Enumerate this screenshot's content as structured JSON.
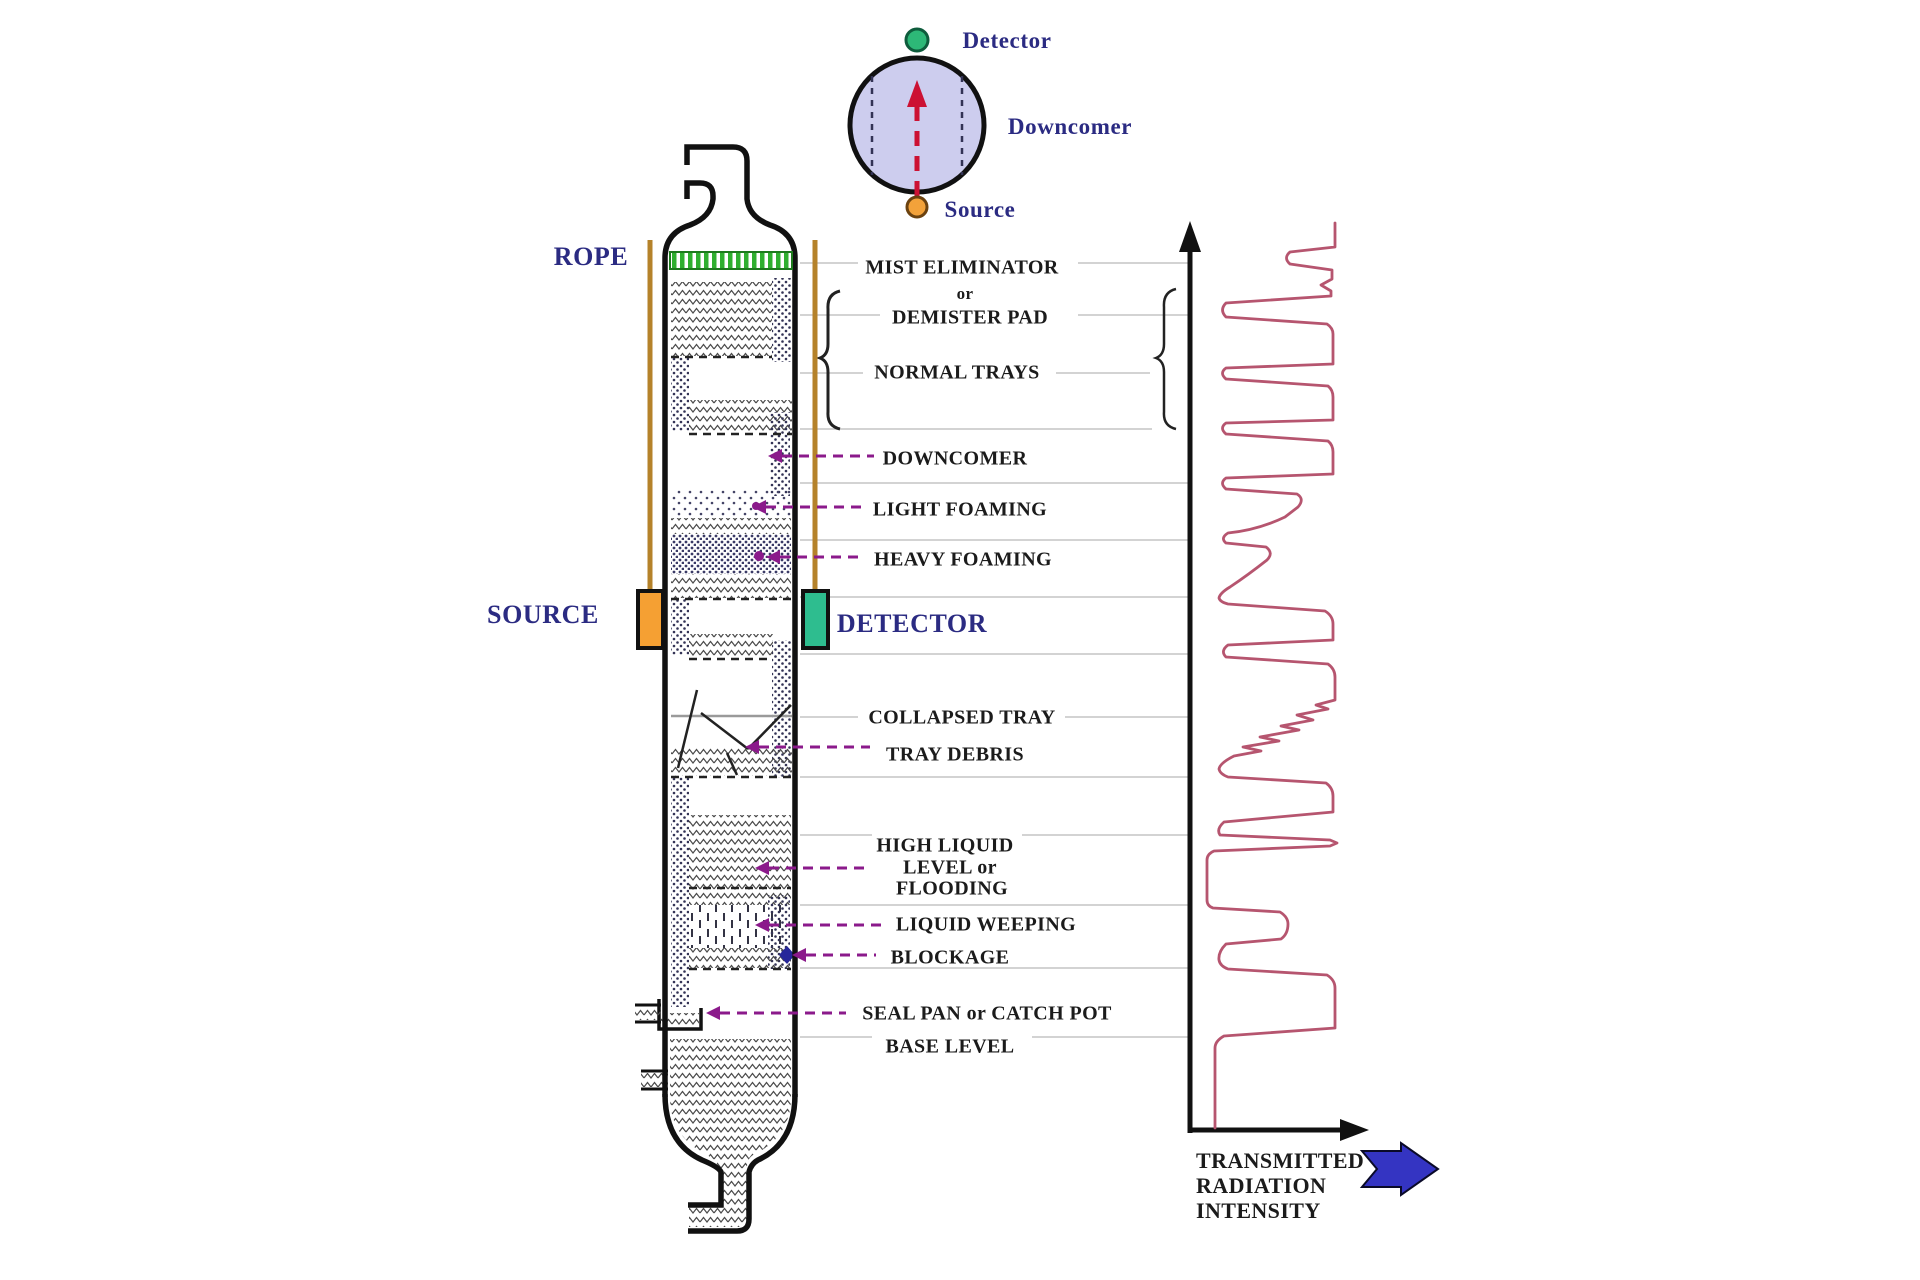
{
  "cross_section": {
    "detector": "Detector",
    "downcomer": "Downcomer",
    "source": "Source"
  },
  "scan_setup": {
    "rope": "ROPE",
    "source": "SOURCE",
    "detector": "DETECTOR"
  },
  "labels": {
    "mist_line1": "MIST ELIMINATOR",
    "mist_line2": "or",
    "mist_line3": "DEMISTER PAD",
    "normal_trays": "NORMAL TRAYS",
    "downcomer": "DOWNCOMER",
    "light_foaming": "LIGHT FOAMING",
    "heavy_foaming": "HEAVY FOAMING",
    "collapsed_tray": "COLLAPSED TRAY",
    "tray_debris": "TRAY DEBRIS",
    "high_liquid_line1": "HIGH LIQUID",
    "high_liquid_line2": "LEVEL or",
    "high_liquid_line3": "FLOODING",
    "liquid_weeping": "LIQUID WEEPING",
    "blockage": "BLOCKAGE",
    "seal_pan": "SEAL PAN or CATCH POT",
    "base_level": "BASE LEVEL"
  },
  "plot": {
    "xlabel_line1": "TRANSMITTED",
    "xlabel_line2": "RADIATION",
    "xlabel_line3": "INTENSITY"
  },
  "colors": {
    "navy_text": "#2b2b82",
    "curve_red": "#b6556f",
    "rope_brown": "#b5822a",
    "source_orange": "#f5a033",
    "detector_green": "#2ebd8f",
    "mist_green": "#2faf2f",
    "circle_fill": "#cdcdee",
    "beam_red": "#cc1133",
    "leader_purple": "#8b1a8b",
    "arrow_blue": "#3434c2"
  }
}
